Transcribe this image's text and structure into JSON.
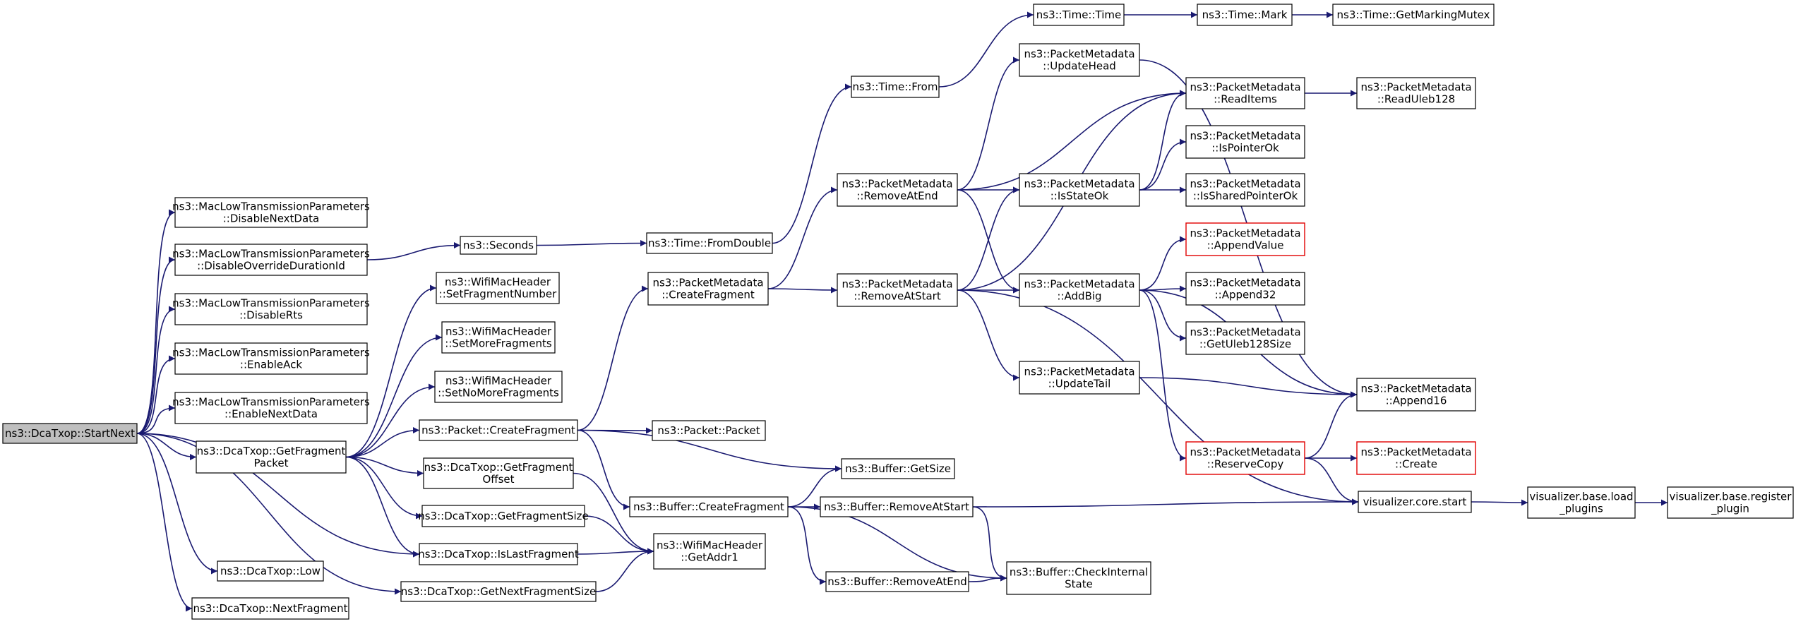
{
  "graph": {
    "nodes": [
      {
        "id": "n_startnext",
        "lines": [
          "ns3::DcaTxop::StartNext"
        ],
        "style": "root"
      },
      {
        "id": "n_disablenextdata",
        "lines": [
          "ns3::MacLowTransmissionParameters",
          "::DisableNextData"
        ],
        "style": "normal"
      },
      {
        "id": "n_disableoverride",
        "lines": [
          "ns3::MacLowTransmissionParameters",
          "::DisableOverrideDurationId"
        ],
        "style": "normal"
      },
      {
        "id": "n_disablerts",
        "lines": [
          "ns3::MacLowTransmissionParameters",
          "::DisableRts"
        ],
        "style": "normal"
      },
      {
        "id": "n_enableack",
        "lines": [
          "ns3::MacLowTransmissionParameters",
          "::EnableAck"
        ],
        "style": "normal"
      },
      {
        "id": "n_enablenextdata",
        "lines": [
          "ns3::MacLowTransmissionParameters",
          "::EnableNextData"
        ],
        "style": "normal"
      },
      {
        "id": "n_getfragmentpacket",
        "lines": [
          "ns3::DcaTxop::GetFragment",
          "Packet"
        ],
        "style": "normal"
      },
      {
        "id": "n_low",
        "lines": [
          "ns3::DcaTxop::Low"
        ],
        "style": "normal"
      },
      {
        "id": "n_nextfragment",
        "lines": [
          "ns3::DcaTxop::NextFragment"
        ],
        "style": "normal"
      },
      {
        "id": "n_seconds",
        "lines": [
          "ns3::Seconds"
        ],
        "style": "normal"
      },
      {
        "id": "n_setfragnum",
        "lines": [
          "ns3::WifiMacHeader",
          "::SetFragmentNumber"
        ],
        "style": "normal"
      },
      {
        "id": "n_setmorefrag",
        "lines": [
          "ns3::WifiMacHeader",
          "::SetMoreFragments"
        ],
        "style": "normal"
      },
      {
        "id": "n_setnomorefrag",
        "lines": [
          "ns3::WifiMacHeader",
          "::SetNoMoreFragments"
        ],
        "style": "normal"
      },
      {
        "id": "n_packetcreatefrag",
        "lines": [
          "ns3::Packet::CreateFragment"
        ],
        "style": "normal"
      },
      {
        "id": "n_getfragoffset",
        "lines": [
          "ns3::DcaTxop::GetFragment",
          "Offset"
        ],
        "style": "normal"
      },
      {
        "id": "n_getfragsize",
        "lines": [
          "ns3::DcaTxop::GetFragmentSize"
        ],
        "style": "normal"
      },
      {
        "id": "n_islastfrag",
        "lines": [
          "ns3::DcaTxop::IsLastFragment"
        ],
        "style": "normal"
      },
      {
        "id": "n_getnextfragsize",
        "lines": [
          "ns3::DcaTxop::GetNextFragmentSize"
        ],
        "style": "normal"
      },
      {
        "id": "n_fromdouble",
        "lines": [
          "ns3::Time::FromDouble"
        ],
        "style": "normal"
      },
      {
        "id": "n_pm_createfrag",
        "lines": [
          "ns3::PacketMetadata",
          "::CreateFragment"
        ],
        "style": "normal"
      },
      {
        "id": "n_packetpacket",
        "lines": [
          "ns3::Packet::Packet"
        ],
        "style": "normal"
      },
      {
        "id": "n_buf_createfrag",
        "lines": [
          "ns3::Buffer::CreateFragment"
        ],
        "style": "normal"
      },
      {
        "id": "n_getaddr1",
        "lines": [
          "ns3::WifiMacHeader",
          "::GetAddr1"
        ],
        "style": "normal"
      },
      {
        "id": "n_timefrom",
        "lines": [
          "ns3::Time::From"
        ],
        "style": "normal"
      },
      {
        "id": "n_removeatend",
        "lines": [
          "ns3::PacketMetadata",
          "::RemoveAtEnd"
        ],
        "style": "normal"
      },
      {
        "id": "n_removeatstart",
        "lines": [
          "ns3::PacketMetadata",
          "::RemoveAtStart"
        ],
        "style": "normal"
      },
      {
        "id": "n_buf_getsize",
        "lines": [
          "ns3::Buffer::GetSize"
        ],
        "style": "normal"
      },
      {
        "id": "n_buf_removeatstart",
        "lines": [
          "ns3::Buffer::RemoveAtStart"
        ],
        "style": "normal"
      },
      {
        "id": "n_buf_removeatend",
        "lines": [
          "ns3::Buffer::RemoveAtEnd"
        ],
        "style": "normal"
      },
      {
        "id": "n_timetime",
        "lines": [
          "ns3::Time::Time"
        ],
        "style": "normal"
      },
      {
        "id": "n_updatehead",
        "lines": [
          "ns3::PacketMetadata",
          "::UpdateHead"
        ],
        "style": "normal"
      },
      {
        "id": "n_isstateok",
        "lines": [
          "ns3::PacketMetadata",
          "::IsStateOk"
        ],
        "style": "normal"
      },
      {
        "id": "n_addbig",
        "lines": [
          "ns3::PacketMetadata",
          "::AddBig"
        ],
        "style": "normal"
      },
      {
        "id": "n_updatetail",
        "lines": [
          "ns3::PacketMetadata",
          "::UpdateTail"
        ],
        "style": "normal"
      },
      {
        "id": "n_checkinternal",
        "lines": [
          "ns3::Buffer::CheckInternal",
          "State"
        ],
        "style": "normal"
      },
      {
        "id": "n_timemark",
        "lines": [
          "ns3::Time::Mark"
        ],
        "style": "normal"
      },
      {
        "id": "n_readitems",
        "lines": [
          "ns3::PacketMetadata",
          "::ReadItems"
        ],
        "style": "normal"
      },
      {
        "id": "n_ispointerok",
        "lines": [
          "ns3::PacketMetadata",
          "::IsPointerOk"
        ],
        "style": "normal"
      },
      {
        "id": "n_issharedpointerok",
        "lines": [
          "ns3::PacketMetadata",
          "::IsSharedPointerOk"
        ],
        "style": "normal"
      },
      {
        "id": "n_appendvalue",
        "lines": [
          "ns3::PacketMetadata",
          "::AppendValue"
        ],
        "style": "red"
      },
      {
        "id": "n_append32",
        "lines": [
          "ns3::PacketMetadata",
          "::Append32"
        ],
        "style": "normal"
      },
      {
        "id": "n_getuleb128size",
        "lines": [
          "ns3::PacketMetadata",
          "::GetUleb128Size"
        ],
        "style": "normal"
      },
      {
        "id": "n_reservecopy",
        "lines": [
          "ns3::PacketMetadata",
          "::ReserveCopy"
        ],
        "style": "red"
      },
      {
        "id": "n_getmarkingmutex",
        "lines": [
          "ns3::Time::GetMarkingMutex"
        ],
        "style": "normal"
      },
      {
        "id": "n_readuleb128",
        "lines": [
          "ns3::PacketMetadata",
          "::ReadUleb128"
        ],
        "style": "normal"
      },
      {
        "id": "n_append16",
        "lines": [
          "ns3::PacketMetadata",
          "::Append16"
        ],
        "style": "normal"
      },
      {
        "id": "n_pm_create",
        "lines": [
          "ns3::PacketMetadata",
          "::Create"
        ],
        "style": "red"
      },
      {
        "id": "n_coreStart",
        "lines": [
          "visualizer.core.start"
        ],
        "style": "normal"
      },
      {
        "id": "n_loadplugins",
        "lines": [
          "visualizer.base.load",
          "_plugins"
        ],
        "style": "normal"
      },
      {
        "id": "n_registerplugin",
        "lines": [
          "visualizer.base.register",
          "_plugin"
        ],
        "style": "normal"
      }
    ],
    "edges": [
      [
        "n_startnext",
        "n_disablenextdata"
      ],
      [
        "n_startnext",
        "n_disableoverride"
      ],
      [
        "n_startnext",
        "n_disablerts"
      ],
      [
        "n_startnext",
        "n_enableack"
      ],
      [
        "n_startnext",
        "n_enablenextdata"
      ],
      [
        "n_startnext",
        "n_getfragmentpacket"
      ],
      [
        "n_startnext",
        "n_low"
      ],
      [
        "n_startnext",
        "n_nextfragment"
      ],
      [
        "n_startnext",
        "n_islastfrag"
      ],
      [
        "n_startnext",
        "n_getnextfragsize"
      ],
      [
        "n_disableoverride",
        "n_seconds"
      ],
      [
        "n_seconds",
        "n_fromdouble"
      ],
      [
        "n_fromdouble",
        "n_timefrom"
      ],
      [
        "n_timefrom",
        "n_timetime"
      ],
      [
        "n_timetime",
        "n_timemark"
      ],
      [
        "n_timemark",
        "n_getmarkingmutex"
      ],
      [
        "n_getfragmentpacket",
        "n_setfragnum"
      ],
      [
        "n_getfragmentpacket",
        "n_setmorefrag"
      ],
      [
        "n_getfragmentpacket",
        "n_setnomorefrag"
      ],
      [
        "n_getfragmentpacket",
        "n_packetcreatefrag"
      ],
      [
        "n_getfragmentpacket",
        "n_getfragoffset"
      ],
      [
        "n_getfragmentpacket",
        "n_getfragsize"
      ],
      [
        "n_getfragmentpacket",
        "n_islastfrag"
      ],
      [
        "n_packetcreatefrag",
        "n_pm_createfrag"
      ],
      [
        "n_packetcreatefrag",
        "n_packetpacket"
      ],
      [
        "n_packetcreatefrag",
        "n_buf_createfrag"
      ],
      [
        "n_packetcreatefrag",
        "n_buf_getsize"
      ],
      [
        "n_getfragoffset",
        "n_getaddr1"
      ],
      [
        "n_getfragsize",
        "n_getaddr1"
      ],
      [
        "n_islastfrag",
        "n_getaddr1"
      ],
      [
        "n_getnextfragsize",
        "n_getaddr1"
      ],
      [
        "n_pm_createfrag",
        "n_removeatend"
      ],
      [
        "n_pm_createfrag",
        "n_removeatstart"
      ],
      [
        "n_buf_createfrag",
        "n_buf_getsize"
      ],
      [
        "n_buf_createfrag",
        "n_buf_removeatstart"
      ],
      [
        "n_buf_createfrag",
        "n_buf_removeatend"
      ],
      [
        "n_buf_createfrag",
        "n_checkinternal"
      ],
      [
        "n_removeatend",
        "n_updatehead"
      ],
      [
        "n_removeatend",
        "n_readitems"
      ],
      [
        "n_removeatend",
        "n_isstateok"
      ],
      [
        "n_removeatend",
        "n_addbig"
      ],
      [
        "n_removeatstart",
        "n_readitems"
      ],
      [
        "n_removeatstart",
        "n_isstateok"
      ],
      [
        "n_removeatstart",
        "n_addbig"
      ],
      [
        "n_removeatstart",
        "n_updatetail"
      ],
      [
        "n_removeatstart",
        "n_coreStart"
      ],
      [
        "n_updatehead",
        "n_append16"
      ],
      [
        "n_isstateok",
        "n_readitems"
      ],
      [
        "n_isstateok",
        "n_ispointerok"
      ],
      [
        "n_isstateok",
        "n_issharedpointerok"
      ],
      [
        "n_readitems",
        "n_readuleb128"
      ],
      [
        "n_addbig",
        "n_appendvalue"
      ],
      [
        "n_addbig",
        "n_append32"
      ],
      [
        "n_addbig",
        "n_getuleb128size"
      ],
      [
        "n_addbig",
        "n_append16"
      ],
      [
        "n_addbig",
        "n_reservecopy"
      ],
      [
        "n_updatetail",
        "n_append16"
      ],
      [
        "n_reservecopy",
        "n_append16"
      ],
      [
        "n_reservecopy",
        "n_pm_create"
      ],
      [
        "n_reservecopy",
        "n_coreStart"
      ],
      [
        "n_buf_removeatstart",
        "n_checkinternal"
      ],
      [
        "n_buf_removeatstart",
        "n_coreStart"
      ],
      [
        "n_buf_removeatend",
        "n_checkinternal"
      ],
      [
        "n_coreStart",
        "n_loadplugins"
      ],
      [
        "n_loadplugins",
        "n_registerplugin"
      ]
    ],
    "colors": {
      "edge": "#191970",
      "root_fill": "#bfbfbf",
      "red_border": "#e00000",
      "box_border": "#000000"
    }
  }
}
